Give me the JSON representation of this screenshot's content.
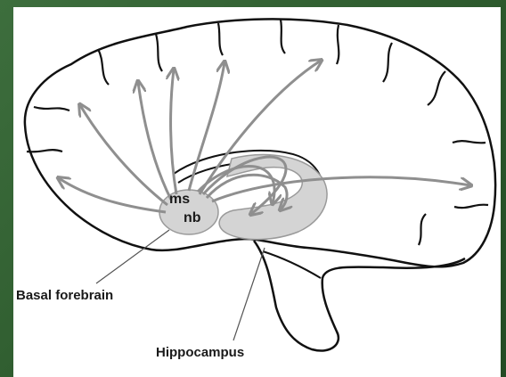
{
  "labels": {
    "basal_forebrain": "Basal forebrain",
    "hippocampus": "Hippocampus",
    "ms": "ms",
    "nb": "nb"
  },
  "colors": {
    "background_green": "#2f5b2f",
    "outline": "#111111",
    "region_fill": "#d4d4d4",
    "arrow": "#8f8f8f"
  }
}
